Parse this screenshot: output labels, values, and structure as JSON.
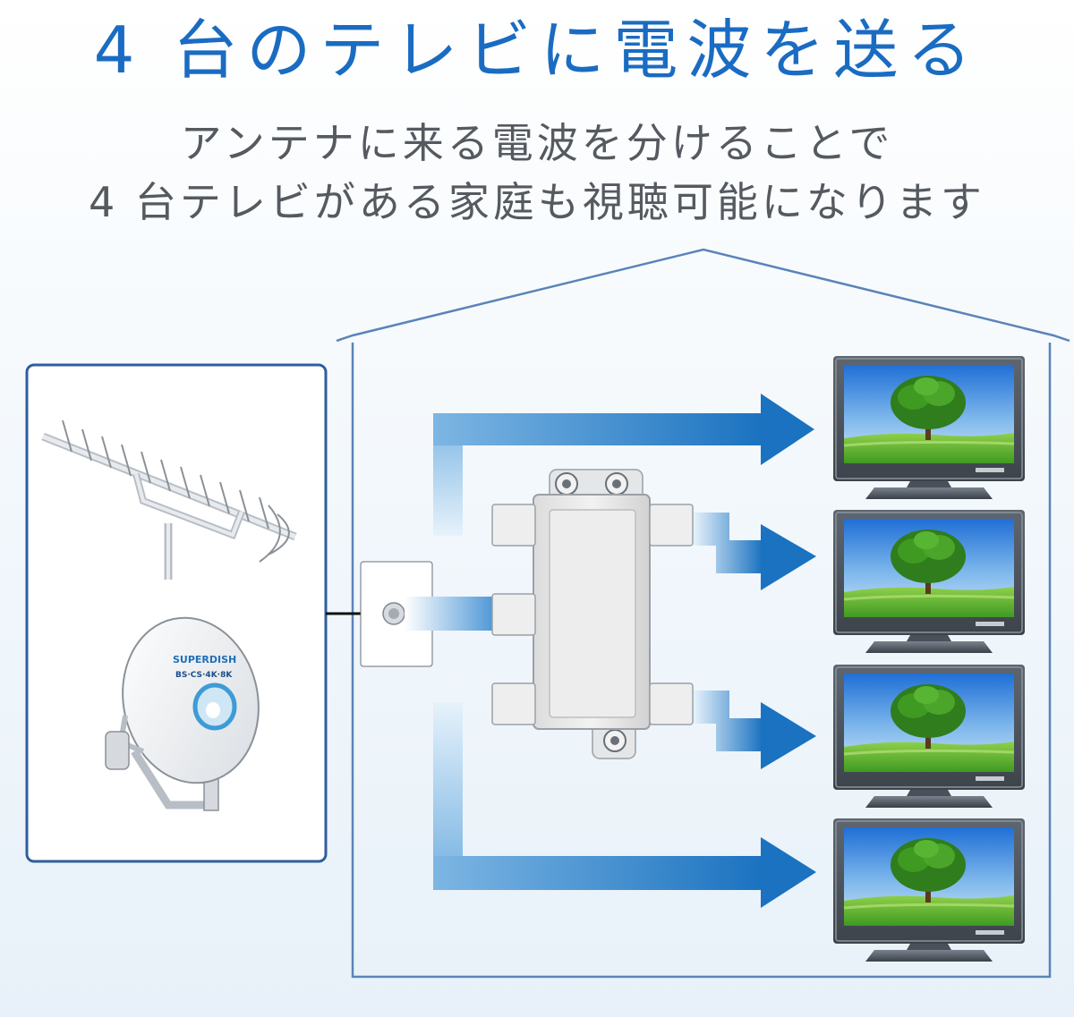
{
  "title": "4 台のテレビに電波を送る",
  "subtitle": [
    "アンテナに来る電波を分けることで",
    "4 台テレビがある家庭も視聴可能になります"
  ],
  "dish_brand": {
    "line1": "SUPERDISH",
    "line2": "BS·CS·4K·8K"
  },
  "colors": {
    "title": "#1a6cc2",
    "subtitle": "#555a60",
    "arrow": "#1a72c0",
    "house_outline": "#5a84b8",
    "antenna_box": "#2f5e9e"
  }
}
